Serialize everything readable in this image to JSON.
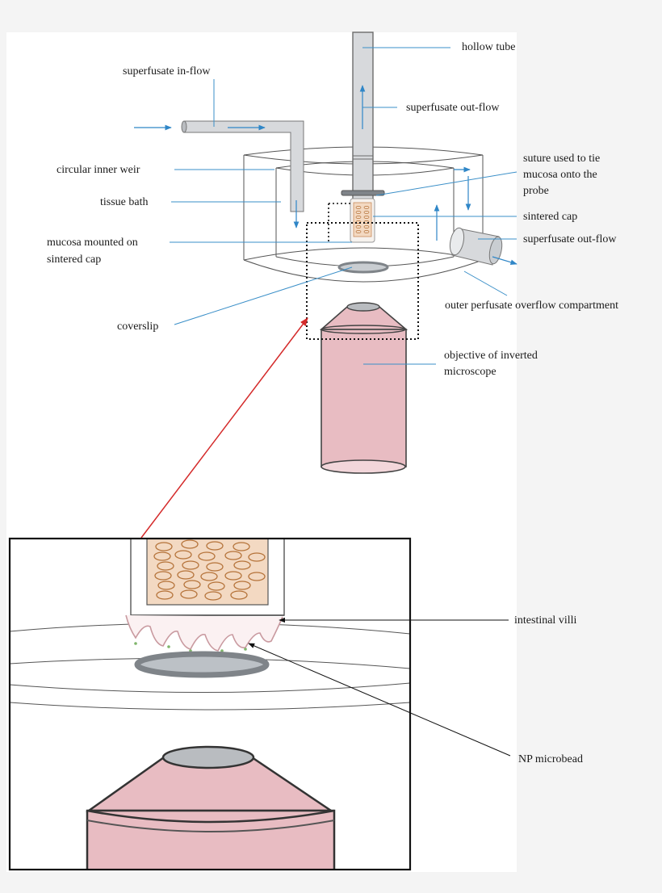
{
  "labels": {
    "hollow_tube": "hollow tube",
    "superfusate_inflow": "superfusate in-flow",
    "superfusate_outflow_top": "superfusate out-flow",
    "suture_line1": "suture used to tie",
    "suture_line2": "mucosa onto the",
    "suture_line3": "probe",
    "circular_inner_weir": "circular inner weir",
    "tissue_bath": "tissue bath",
    "sintered_cap": "sintered cap",
    "superfusate_outflow_side": "superfusate out-flow",
    "mucosa_line1": "mucosa mounted on",
    "mucosa_line2": "sintered cap",
    "outer_compartment": "outer perfusate overflow compartment",
    "coverslip": "coverslip",
    "objective_line1": "objective of inverted",
    "objective_line2": "microscope",
    "intestinal_villi": "intestinal villi",
    "np_microbead": "NP microbead"
  },
  "colors": {
    "background": "#f4f4f4",
    "panel": "#ffffff",
    "leader_line": "#3a8fc8",
    "flow_arrow": "#2f86c7",
    "zoom_arrow": "#d42a2a",
    "objective_fill": "#e8bcc2",
    "tube_fill": "#d7d9dc",
    "coverslip_ring": "#7f8489",
    "cap_fill": "#f3d9c2",
    "cap_pore": "#b5733a",
    "villi": "#c99aa0"
  }
}
